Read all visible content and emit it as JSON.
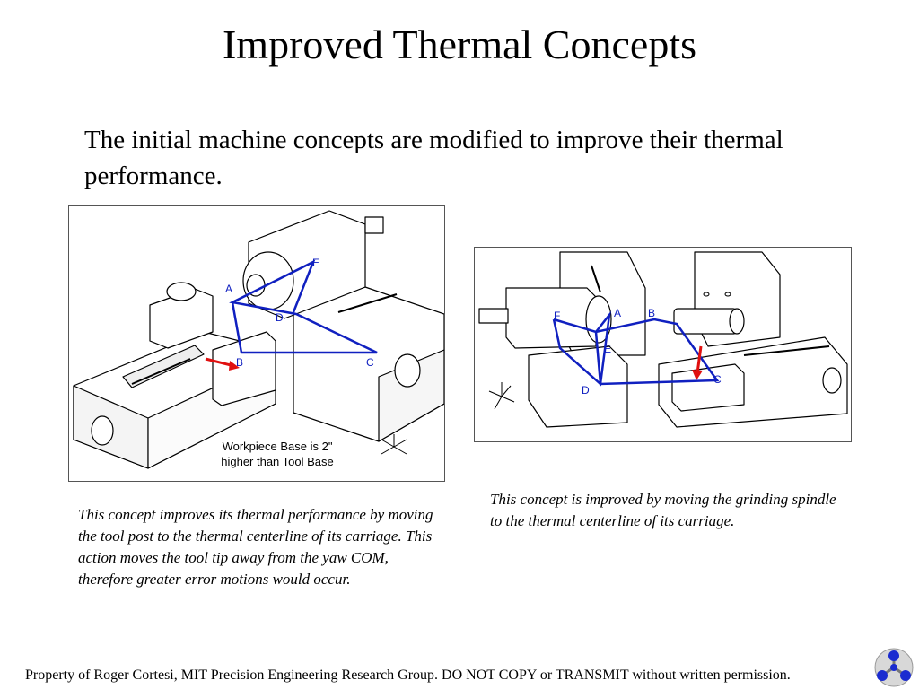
{
  "title": "Improved Thermal Concepts",
  "intro": "The initial machine concepts are modified to improve their thermal performance.",
  "figure_left": {
    "labels": {
      "a": "A",
      "b": "B",
      "c": "C",
      "d": "D",
      "e": "E"
    },
    "note_line1": "Workpiece Base is 2\"",
    "note_line2": "higher than Tool Base"
  },
  "figure_right": {
    "labels": {
      "a": "A",
      "b": "B",
      "c": "C",
      "d": "D",
      "e": "E",
      "f": "F"
    }
  },
  "caption_left": "This concept improves its thermal performance by moving the tool post to the thermal centerline of its carriage. This action moves the tool tip away from the yaw COM, therefore greater error motions would occur.",
  "caption_right": "This concept is improved by moving the grinding spindle to the thermal centerline of its carriage.",
  "footer": "Property of Roger Cortesi, MIT Precision Engineering Research Group. DO NOT COPY or TRANSMIT without written permission.",
  "colors": {
    "path": "#1020c0",
    "arrow": "#e01010",
    "line": "#000000"
  },
  "icons": {
    "logo": "mit-pergatory-logo-icon",
    "axes": "coordinate-axes-icon"
  }
}
